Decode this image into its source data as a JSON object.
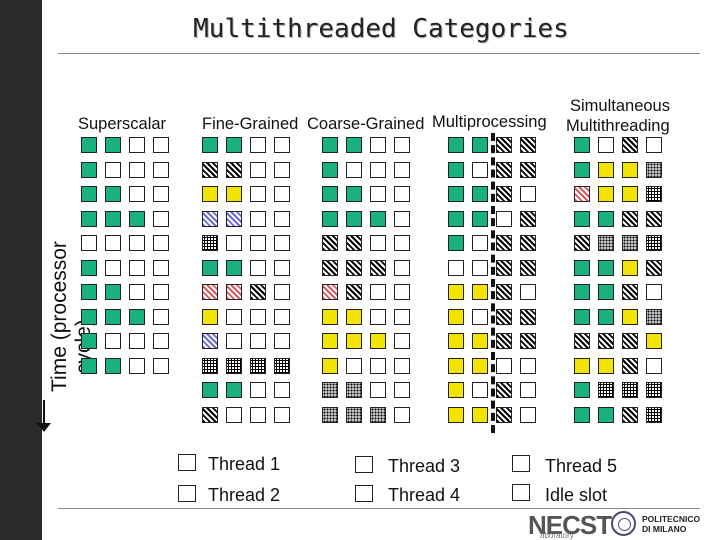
{
  "title": "Multithreaded Categories",
  "columns": [
    {
      "key": "superscalar",
      "label": "Superscalar"
    },
    {
      "key": "fine",
      "label": "Fine-Grained"
    },
    {
      "key": "coarse",
      "label": "Coarse-Grained"
    },
    {
      "key": "mp",
      "label": "Multiprocessing"
    },
    {
      "key": "smt",
      "label_line1": "Simultaneous",
      "label_line2": "Multithreading"
    }
  ],
  "axis_label_line1": "Time (processor",
  "axis_label_line2": "cycle)",
  "legend": [
    {
      "code": "t1",
      "label": "Thread 1",
      "color": "#1ab27c"
    },
    {
      "code": "t2",
      "label": "Thread 2",
      "pattern": "diagonal-hatch"
    },
    {
      "code": "t3",
      "label": "Thread 3",
      "color": "#f2e400"
    },
    {
      "code": "t4",
      "label": "Thread 4",
      "pattern": "checker"
    },
    {
      "code": "t5",
      "label": "Thread 5",
      "pattern": "grid"
    },
    {
      "code": "idle",
      "label": "Idle slot",
      "color": "#ffffff"
    }
  ],
  "grids": {
    "superscalar": [
      [
        "t1",
        "t1",
        "",
        ""
      ],
      [
        "t1",
        "",
        "",
        ""
      ],
      [
        "t1",
        "t1",
        "",
        ""
      ],
      [
        "t1",
        "t1",
        "t1",
        ""
      ],
      [
        "",
        "",
        "",
        ""
      ],
      [
        "t1",
        "",
        "",
        ""
      ],
      [
        "t1",
        "t1",
        "",
        ""
      ],
      [
        "t1",
        "t1",
        "t1",
        ""
      ],
      [
        "t1",
        "",
        "",
        ""
      ],
      [
        "t1",
        "t1",
        "",
        ""
      ]
    ],
    "fine": [
      [
        "t1",
        "t1",
        "",
        ""
      ],
      [
        "t2",
        "t2",
        "",
        ""
      ],
      [
        "t3",
        "t3",
        "",
        ""
      ],
      [
        "tb",
        "tb",
        "",
        ""
      ],
      [
        "t5",
        "",
        "",
        ""
      ],
      [
        "t1",
        "t1",
        "",
        ""
      ],
      [
        "tr",
        "tr",
        "t2",
        ""
      ],
      [
        "t3",
        "",
        "",
        ""
      ],
      [
        "tb",
        "",
        "",
        ""
      ],
      [
        "t5",
        "t5",
        "t5",
        "t5"
      ],
      [
        "t1",
        "t1",
        "",
        ""
      ],
      [
        "t2",
        "",
        "",
        ""
      ]
    ],
    "coarse": [
      [
        "t1",
        "t1",
        "",
        ""
      ],
      [
        "t1",
        "",
        "",
        ""
      ],
      [
        "t1",
        "t1",
        "",
        ""
      ],
      [
        "t1",
        "t1",
        "t1",
        ""
      ],
      [
        "t2",
        "t2",
        "",
        ""
      ],
      [
        "t2",
        "t2",
        "t2",
        ""
      ],
      [
        "tr",
        "t2",
        "",
        ""
      ],
      [
        "t3",
        "t3",
        "",
        ""
      ],
      [
        "t3",
        "t3",
        "t3",
        ""
      ],
      [
        "t3",
        "",
        "",
        ""
      ],
      [
        "t4",
        "t4",
        "",
        ""
      ],
      [
        "t4",
        "t4",
        "t4",
        ""
      ]
    ],
    "mp": [
      [
        "t1",
        "t1",
        "t2",
        "t2"
      ],
      [
        "t1",
        "",
        "t2",
        "t2"
      ],
      [
        "t1",
        "t1",
        "t2",
        ""
      ],
      [
        "t1",
        "t1",
        "",
        "t2"
      ],
      [
        "t1",
        "",
        "t2",
        "t2"
      ],
      [
        "",
        "",
        "t2",
        "t2"
      ],
      [
        "t3",
        "t3",
        "t2",
        ""
      ],
      [
        "t3",
        "",
        "t2",
        "t2"
      ],
      [
        "t3",
        "t3",
        "t2",
        "t2"
      ],
      [
        "t3",
        "t3",
        "",
        ""
      ],
      [
        "t3",
        "",
        "t2",
        ""
      ],
      [
        "t3",
        "t3",
        "t2",
        ""
      ]
    ],
    "smt": [
      [
        "t1",
        "",
        "t2",
        ""
      ],
      [
        "t1",
        "t3",
        "t3",
        "t4"
      ],
      [
        "tr",
        "t3",
        "t3",
        "t5"
      ],
      [
        "t1",
        "t1",
        "t2",
        "t2"
      ],
      [
        "t2",
        "t4",
        "t4",
        "t5"
      ],
      [
        "t1",
        "t1",
        "t3",
        "t2"
      ],
      [
        "t1",
        "t1",
        "t2",
        ""
      ],
      [
        "t1",
        "t1",
        "t3",
        "t4"
      ],
      [
        "t2",
        "t2",
        "t2",
        "t3"
      ],
      [
        "t3",
        "t3",
        "t2",
        ""
      ],
      [
        "t1",
        "t5",
        "t5",
        "t5"
      ],
      [
        "t1",
        "t1",
        "t2",
        "t5"
      ]
    ]
  },
  "logos": {
    "necst": "NECST",
    "necst_sub": "aboratory",
    "polimi_line1": "POLITECNICO",
    "polimi_line2": "DI MILANO"
  }
}
